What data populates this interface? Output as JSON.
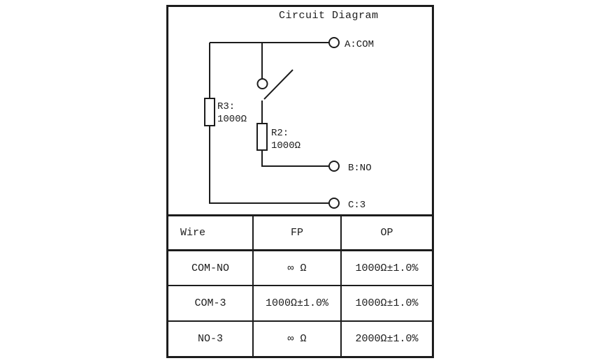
{
  "page": {
    "background": "#ffffff",
    "line_color": "#1c1c1c"
  },
  "diagram": {
    "title": "Circuit Diagram",
    "terminals": {
      "a": "A:COM",
      "b": "B:NO",
      "c": "C:3"
    },
    "resistors": {
      "r3": {
        "name": "R3:",
        "value": "1000Ω"
      },
      "r2": {
        "name": "R2:",
        "value": "1000Ω"
      }
    }
  },
  "table": {
    "headers": [
      "Wire",
      "FP",
      "OP"
    ],
    "rows": [
      [
        "COM-NO",
        "∞ Ω",
        "1000Ω±1.0%"
      ],
      [
        "COM-3",
        "1000Ω±1.0%",
        "1000Ω±1.0%"
      ],
      [
        "NO-3",
        "∞ Ω",
        "2000Ω±1.0%"
      ]
    ]
  }
}
